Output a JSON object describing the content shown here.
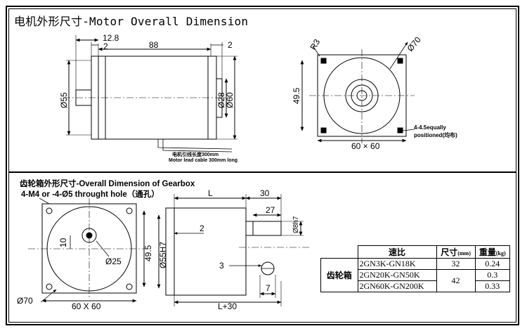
{
  "top_section": {
    "title": "电机外形尺寸-Motor Overall Dimension",
    "side_view": {
      "dim_12_8": "12.8",
      "dim_2_left": "2",
      "dim_88": "88",
      "dim_2_right": "2",
      "dim_55": "Ø55",
      "dim_28": "Ø28",
      "dim_60": "Ø60",
      "lead_note_cn": "电机引线长度300mm",
      "lead_note_en": "Motor lead cable 300mm long"
    },
    "front_view": {
      "r_label": "R3",
      "dia_70": "Ø70",
      "dim_49_5": "49.5",
      "dim_60x60": "60 × 60",
      "holes_note_1": "4-4.5equally",
      "holes_note_2": "positioned(均布)"
    }
  },
  "bottom_section": {
    "title": "齿轮箱外形尺寸-Overall Dimension of Gearbox",
    "holes_note": "4-M4 or -4-Ø5 throught hole（通孔）",
    "front_view": {
      "dim_10": "10",
      "dim_25": "Ø25",
      "dim_49_5": "49.5",
      "dim_70": "Ø70",
      "dim_60x60": "60 X 60"
    },
    "side_view": {
      "dim_L": "L",
      "dim_30": "30",
      "dim_27": "27",
      "dim_2": "2",
      "dim_55h7": "Ø55H7",
      "dim_8h7": "Ø8h7",
      "dim_3": "3",
      "dim_7": "7",
      "dim_L30": "L+30"
    }
  },
  "spec_table": {
    "headers": {
      "ratio": "速比",
      "size": "尺寸",
      "size_unit": "(mm)",
      "weight": "重量",
      "weight_unit": "(kg)"
    },
    "group_label": "齿轮箱",
    "rows": [
      {
        "model": "2GN3K-GN18K",
        "size": "32",
        "weight": "0.24"
      },
      {
        "model": "2GN20K-GN50K",
        "size": "42",
        "weight": "0.3"
      },
      {
        "model": "2GN60K-GN200K",
        "size": "",
        "weight": "0.33"
      }
    ]
  }
}
